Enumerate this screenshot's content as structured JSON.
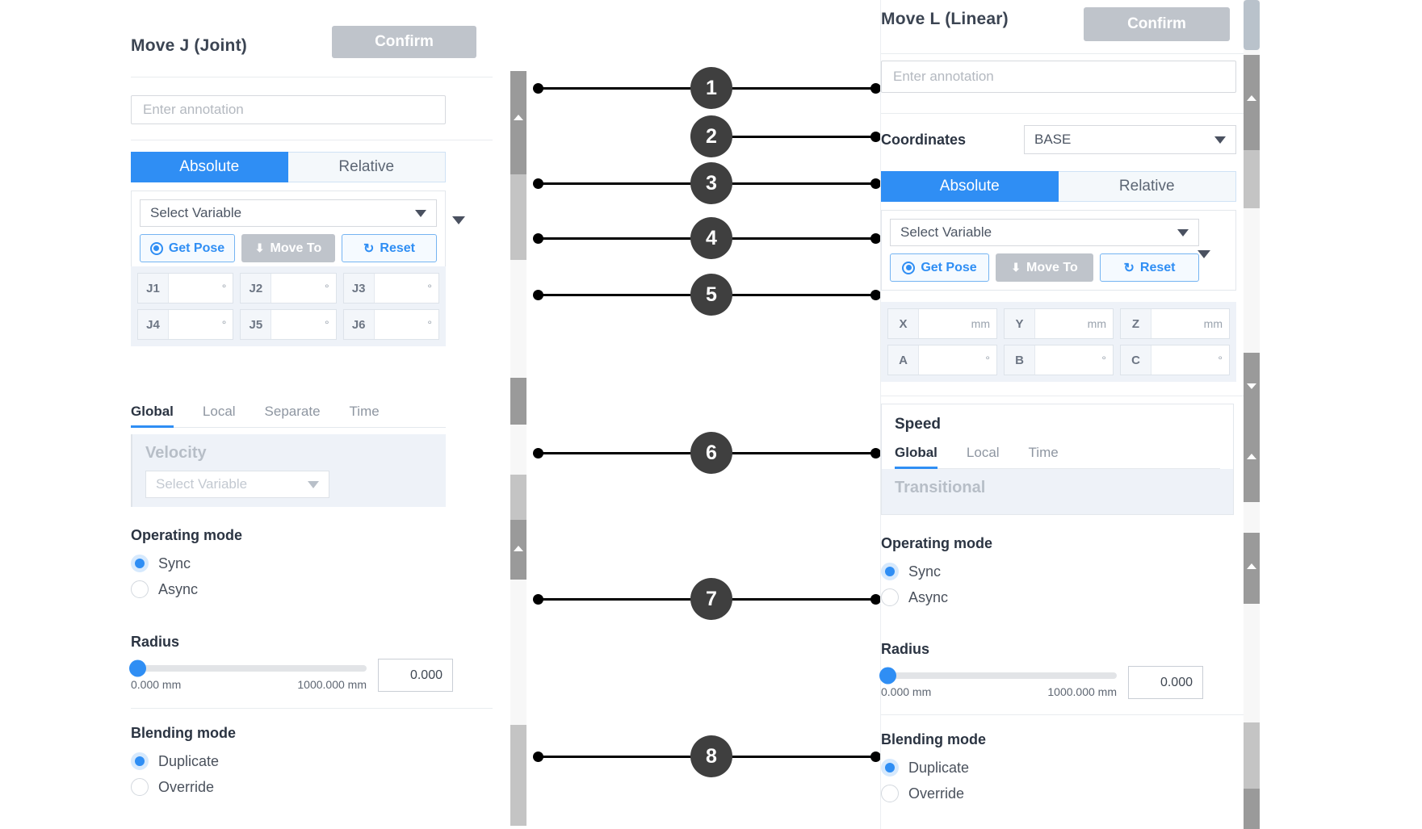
{
  "left_panel": {
    "title": "Move J (Joint)",
    "confirm_label": "Confirm",
    "annotation_placeholder": "Enter annotation",
    "mode_toggle": {
      "absolute": "Absolute",
      "relative": "Relative"
    },
    "variable_select": "Select Variable",
    "actions": {
      "get_pose": "Get Pose",
      "move_to": "Move To",
      "reset": "Reset"
    },
    "joint_fields": [
      {
        "label": "J1",
        "value": "",
        "unit": "°"
      },
      {
        "label": "J2",
        "value": "",
        "unit": "°"
      },
      {
        "label": "J3",
        "value": "",
        "unit": "°"
      },
      {
        "label": "J4",
        "value": "",
        "unit": "°"
      },
      {
        "label": "J5",
        "value": "",
        "unit": "°"
      },
      {
        "label": "J6",
        "value": "",
        "unit": "°"
      }
    ],
    "speed_tabs": [
      "Global",
      "Local",
      "Separate",
      "Time"
    ],
    "velocity_title": "Velocity",
    "velocity_select": "Select Variable",
    "operating_mode": {
      "title": "Operating mode",
      "options": [
        "Sync",
        "Async"
      ],
      "selected": "Sync"
    },
    "radius": {
      "title": "Radius",
      "min_label": "0.000 mm",
      "max_label": "1000.000 mm",
      "value": "0.000"
    },
    "blending_mode": {
      "title": "Blending mode",
      "options": [
        "Duplicate",
        "Override"
      ],
      "selected": "Duplicate"
    }
  },
  "right_panel": {
    "title": "Move L (Linear)",
    "confirm_label": "Confirm",
    "annotation_placeholder": "Enter annotation",
    "coordinates_label": "Coordinates",
    "coordinates_value": "BASE",
    "mode_toggle": {
      "absolute": "Absolute",
      "relative": "Relative"
    },
    "variable_select": "Select Variable",
    "actions": {
      "get_pose": "Get Pose",
      "move_to": "Move To",
      "reset": "Reset"
    },
    "pose_fields": [
      {
        "label": "X",
        "value": "",
        "unit": "mm"
      },
      {
        "label": "Y",
        "value": "",
        "unit": "mm"
      },
      {
        "label": "Z",
        "value": "",
        "unit": "mm"
      },
      {
        "label": "A",
        "value": "",
        "unit": "°"
      },
      {
        "label": "B",
        "value": "",
        "unit": "°"
      },
      {
        "label": "C",
        "value": "",
        "unit": "°"
      }
    ],
    "speed_title": "Speed",
    "speed_tabs": [
      "Global",
      "Local",
      "Time"
    ],
    "transitional_title": "Transitional",
    "operating_mode": {
      "title": "Operating mode",
      "options": [
        "Sync",
        "Async"
      ],
      "selected": "Sync"
    },
    "radius": {
      "title": "Radius",
      "min_label": "0.000 mm",
      "max_label": "1000.000 mm",
      "value": "0.000"
    },
    "blending_mode": {
      "title": "Blending mode",
      "options": [
        "Duplicate",
        "Override"
      ],
      "selected": "Duplicate"
    }
  },
  "callouts": [
    {
      "n": "1"
    },
    {
      "n": "2"
    },
    {
      "n": "3"
    },
    {
      "n": "4"
    },
    {
      "n": "5"
    },
    {
      "n": "6"
    },
    {
      "n": "7"
    },
    {
      "n": "8"
    }
  ],
  "colors": {
    "accent": "#2f8ef4",
    "confirm_disabled": "#bfc4cb",
    "callout": "#3f3f3f",
    "field_bg": "#eef2f8"
  }
}
